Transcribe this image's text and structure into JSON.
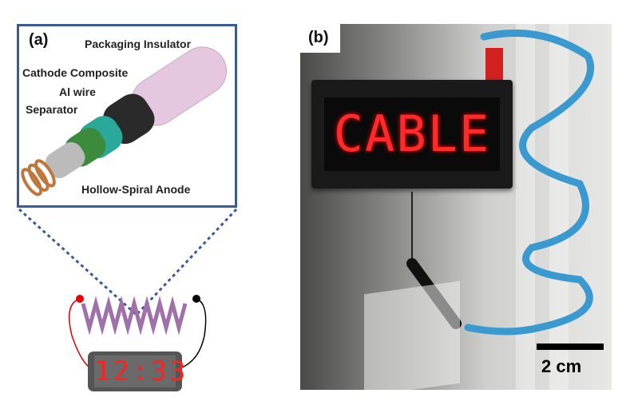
{
  "panel_a": {
    "label": "(a)",
    "annotations": {
      "packaging": "Packaging Insulator",
      "cathode": "Cathode Composite",
      "al_wire": "Al wire",
      "separator": "Separator",
      "anode": "Hollow-Spiral Anode"
    },
    "clock_display": "12:33"
  },
  "panel_b": {
    "label": "(b)",
    "sign_text": "CABLE",
    "scale_label": "2 cm"
  }
}
